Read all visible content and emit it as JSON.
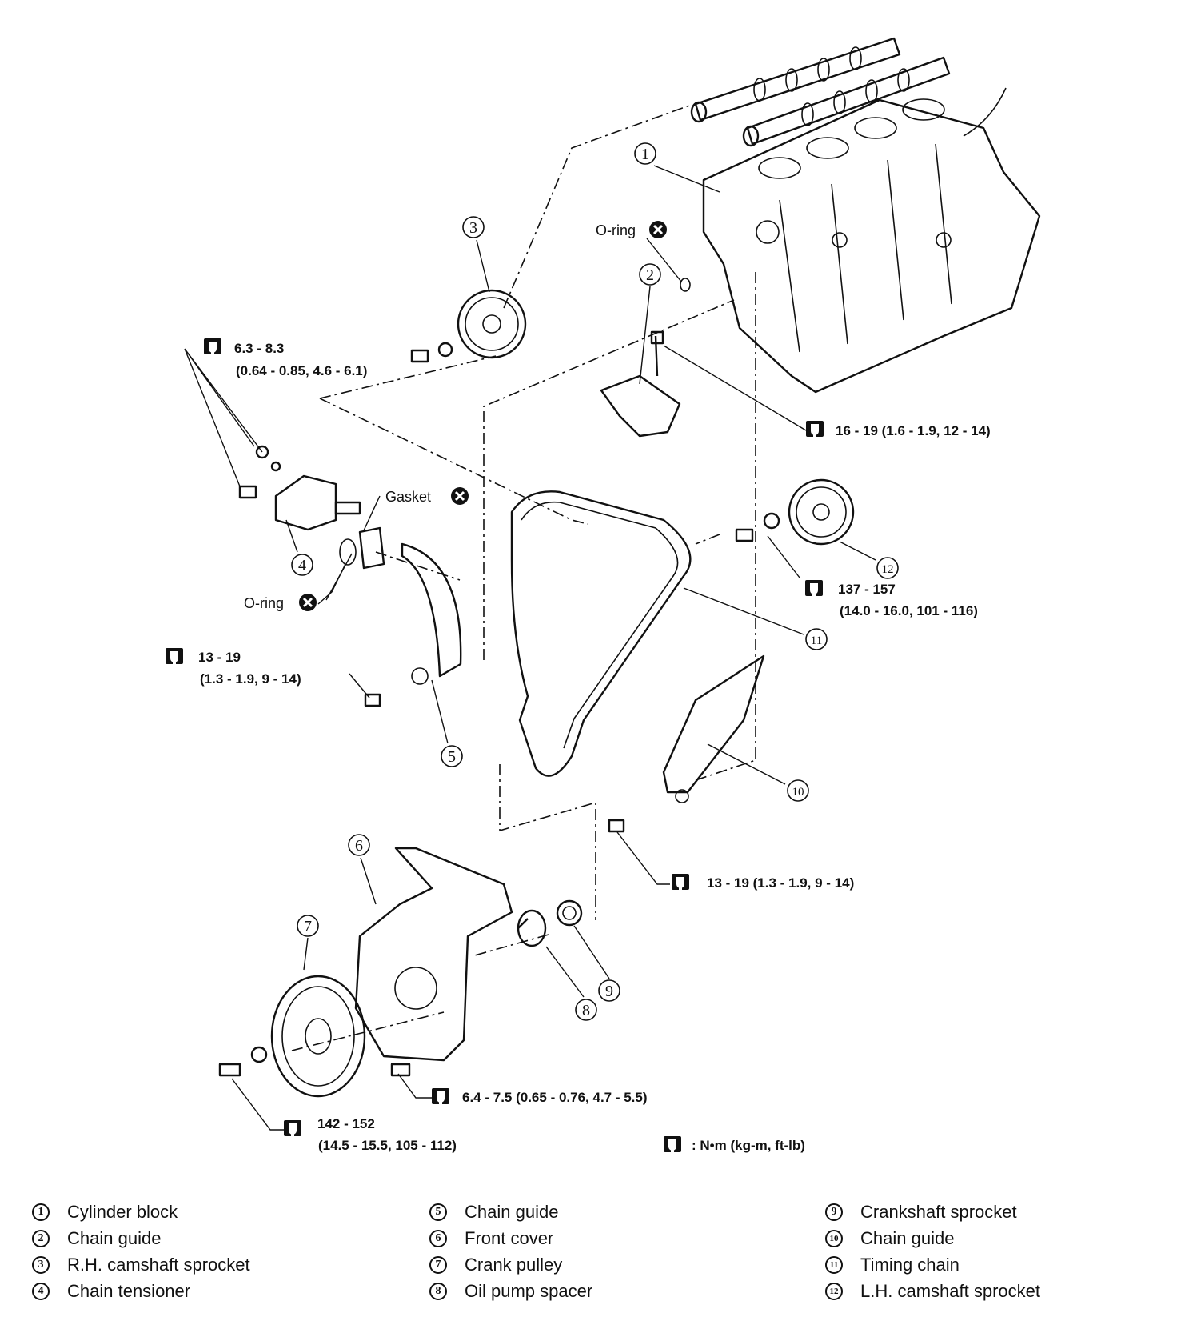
{
  "callouts": {
    "c1": "1",
    "c2": "2",
    "c3": "3",
    "c4": "4",
    "c5": "5",
    "c6": "6",
    "c7": "7",
    "c8": "8",
    "c9": "9",
    "c10": "10",
    "c11": "11",
    "c12": "12"
  },
  "notes": {
    "oring_top": "O-ring",
    "oring_bottom": "O-ring",
    "gasket": "Gasket"
  },
  "torque": {
    "t1_a": "6.3 - 8.3",
    "t1_b": "(0.64 - 0.85, 4.6 - 6.1)",
    "t2": "16 - 19 (1.6 - 1.9, 12 - 14)",
    "t3_a": "137 - 157",
    "t3_b": "(14.0 - 16.0, 101 - 116)",
    "t4_a": "13 - 19",
    "t4_b": "(1.3 - 1.9, 9 - 14)",
    "t5": "13 - 19 (1.3 - 1.9, 9 - 14)",
    "t6": "6.4 - 7.5 (0.65 - 0.76, 4.7 - 5.5)",
    "t7_a": "142 - 152",
    "t7_b": "(14.5 - 15.5, 105 - 112)",
    "unit": ": N•m (kg-m, ft-lb)"
  },
  "legend": [
    {
      "num": "1",
      "label": "Cylinder block"
    },
    {
      "num": "2",
      "label": "Chain guide"
    },
    {
      "num": "3",
      "label": "R.H. camshaft sprocket"
    },
    {
      "num": "4",
      "label": "Chain tensioner"
    },
    {
      "num": "5",
      "label": "Chain guide"
    },
    {
      "num": "6",
      "label": "Front cover"
    },
    {
      "num": "7",
      "label": "Crank pulley"
    },
    {
      "num": "8",
      "label": "Oil pump spacer"
    },
    {
      "num": "9",
      "label": "Crankshaft sprocket"
    },
    {
      "num": "10",
      "label": "Chain guide"
    },
    {
      "num": "11",
      "label": "Timing chain"
    },
    {
      "num": "12",
      "label": "L.H. camshaft sprocket"
    }
  ]
}
